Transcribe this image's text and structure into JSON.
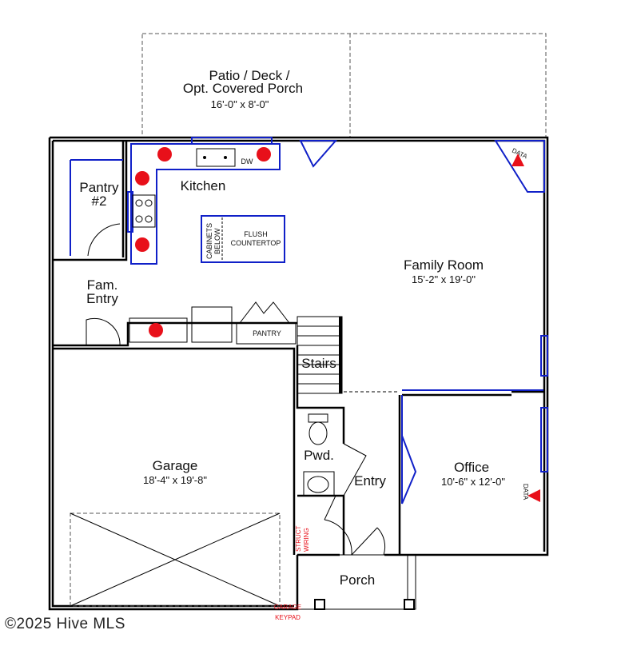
{
  "rooms": {
    "patio": {
      "name_line1": "Patio / Deck /",
      "name_line2": "Opt. Covered Porch",
      "dims": "16'-0\" x 8'-0\""
    },
    "pantry2": {
      "name_line1": "Pantry",
      "name_line2": "#2"
    },
    "kitchen": {
      "name": "Kitchen"
    },
    "family": {
      "name": "Family Room",
      "dims": "15'-2\" x 19'-0\""
    },
    "fam_entry": {
      "name_line1": "Fam.",
      "name_line2": "Entry"
    },
    "garage": {
      "name": "Garage",
      "dims": "18'-4\" x 19'-8\""
    },
    "stairs": {
      "name": "Stairs"
    },
    "pwd": {
      "name": "Pwd."
    },
    "entry": {
      "name": "Entry"
    },
    "office": {
      "name": "Office",
      "dims": "10'-6\" x 12'-0\""
    },
    "porch": {
      "name": "Porch"
    }
  },
  "labels": {
    "dw": "DW",
    "pantry": "PANTRY",
    "cabinets_line1": "CABINETS",
    "cabinets_line2": "BELOW",
    "flush_line1": "FLUSH",
    "flush_line2": "COUNTERTOP",
    "data_family": "DATA",
    "data_office": "DATA",
    "structured_line1": "STRUCT",
    "structured_line2": "WIRING",
    "garage_keypad_line1": "GARAGE",
    "garage_keypad_line2": "KEYPAD"
  },
  "watermark": "©2025 Hive MLS",
  "colors": {
    "wall": "#000000",
    "window": "#1020c8",
    "electrical": "#e8101a"
  }
}
